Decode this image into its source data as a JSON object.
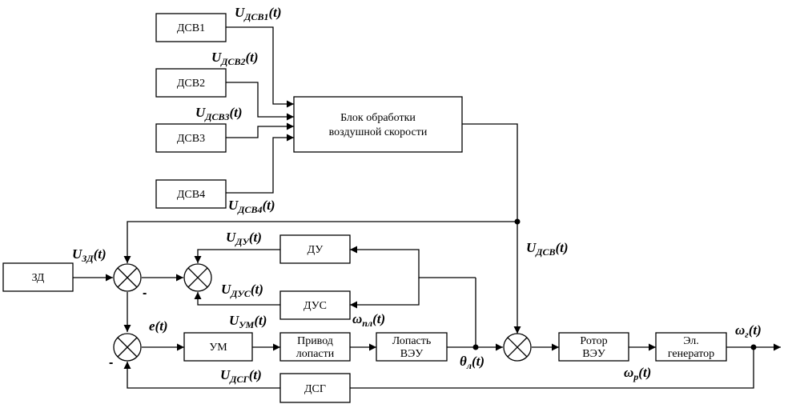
{
  "blocks": {
    "dsv1": "ДСВ1",
    "dsv2": "ДСВ2",
    "dsv3": "ДСВ3",
    "dsv4": "ДСВ4",
    "processing_line1": "Блок обработки",
    "processing_line2": "воздушной скорости",
    "zd": "ЗД",
    "du": "ДУ",
    "dus": "ДУС",
    "um": "УМ",
    "drive_line1": "Привод",
    "drive_line2": "лопасти",
    "blade_line1": "Лопасть",
    "blade_line2": "ВЭУ",
    "rotor_line1": "Ротор",
    "rotor_line2": "ВЭУ",
    "gen_line1": "Эл.",
    "gen_line2": "генератор",
    "dsg": "ДСГ"
  },
  "signals": {
    "u_dsv1": {
      "base": "U",
      "sub": "ДСВ1",
      "arg": "(t)"
    },
    "u_dsv2": {
      "base": "U",
      "sub": "ДСВ2",
      "arg": "(t)"
    },
    "u_dsv3": {
      "base": "U",
      "sub": "ДСВ3",
      "arg": "(t)"
    },
    "u_dsv4": {
      "base": "U",
      "sub": "ДСВ4",
      "arg": "(t)"
    },
    "u_zd": {
      "base": "U",
      "sub": "ЗД",
      "arg": "(t)"
    },
    "u_du": {
      "base": "U",
      "sub": "ДУ",
      "arg": "(t)"
    },
    "u_dus": {
      "base": "U",
      "sub": "ДУС",
      "arg": "(t)"
    },
    "u_um": {
      "base": "U",
      "sub": "УМ",
      "arg": "(t)"
    },
    "u_dsg": {
      "base": "U",
      "sub": "ДСГ",
      "arg": "(t)"
    },
    "u_dsv": {
      "base": "U",
      "sub": "ДСВ",
      "arg": "(t)"
    },
    "e": {
      "base": "e",
      "sub": "",
      "arg": "(t)"
    },
    "omega_pl": {
      "base": "ω",
      "sub": "пл",
      "arg": "(t)"
    },
    "theta_l": {
      "base": "θ",
      "sub": "л",
      "arg": "(t)"
    },
    "omega_r": {
      "base": "ω",
      "sub": "р",
      "arg": "(t)"
    },
    "omega_g": {
      "base": "ω",
      "sub": "г",
      "arg": "(t)"
    }
  },
  "signs": {
    "minus_1": "-",
    "minus_2": "-"
  }
}
